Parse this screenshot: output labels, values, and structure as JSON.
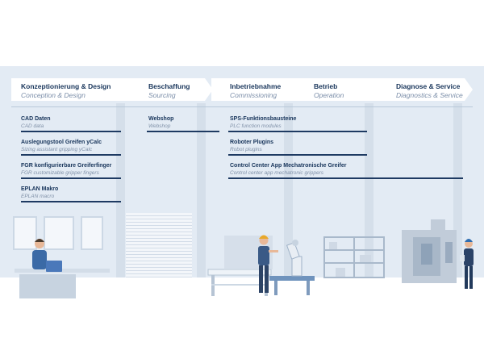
{
  "phases": [
    {
      "title": "Konzeptionierung & Design",
      "subtitle": "Conception & Design"
    },
    {
      "title": "Beschaffung",
      "subtitle": "Sourcing"
    },
    {
      "title": "Inbetriebnahme",
      "subtitle": "Commissioning"
    },
    {
      "title": "Betrieb",
      "subtitle": "Operation"
    },
    {
      "title": "Diagnose & Service",
      "subtitle": "Diagnostics & Service"
    }
  ],
  "items": [
    {
      "title": "CAD Daten",
      "subtitle": "CAD data"
    },
    {
      "title": "Auslegungstool Greifen yCalc",
      "subtitle": "Sizing assistant gripping yCalc"
    },
    {
      "title": "FGR konfigurierbare Greiferfinger",
      "subtitle": "FGR customizable gripper fingers"
    },
    {
      "title": "EPLAN Makro",
      "subtitle": "EPLAN macro"
    },
    {
      "title": "Webshop",
      "subtitle": "Webshop"
    },
    {
      "title": "SPS-Funktionsbausteine",
      "subtitle": "PLC function modules"
    },
    {
      "title": "Roboter Plugins",
      "subtitle": "Robot plugins"
    },
    {
      "title": "Control Center App Mechatronische Greifer",
      "subtitle": "Control center app mechatronic grippers"
    }
  ],
  "colors": {
    "navy": "#17345a",
    "band": "#e3ebf4",
    "accent": "#2f6db0"
  }
}
